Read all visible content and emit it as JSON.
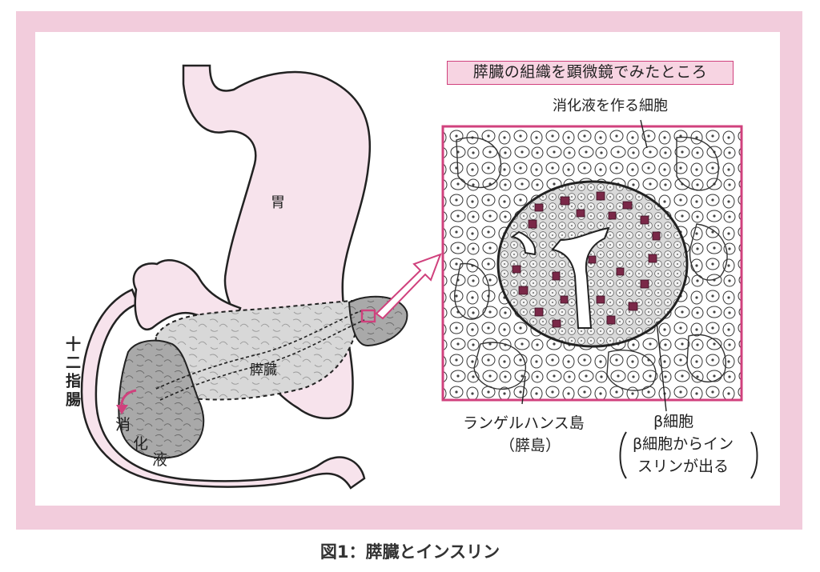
{
  "figure": {
    "caption": "図1：膵臓とインスリン",
    "inset_title": "膵臓の組織を顕微鏡でみたところ"
  },
  "labels": {
    "stomach": "胃",
    "pancreas": "膵臓",
    "duodenum": "十二指腸",
    "digestive_juice": [
      "消",
      "化",
      "液"
    ],
    "digestive_cells": "消化液を作る細胞",
    "islets_line1": "ランゲルハンス島",
    "islets_line2": "（膵島）",
    "beta_cell": "β細胞",
    "beta_note_line1": "β細胞からイン",
    "beta_note_line2": "スリンが出る"
  },
  "colors": {
    "frame": "#f2ccdc",
    "organ_pink": "#f7e3ec",
    "accent_magenta": "#d0417d",
    "pancreas_body": "#d8d8d8",
    "pancreas_shaded": "#a9a9a9",
    "beta_cell_fill": "#7a2848",
    "outline": "#222222"
  }
}
